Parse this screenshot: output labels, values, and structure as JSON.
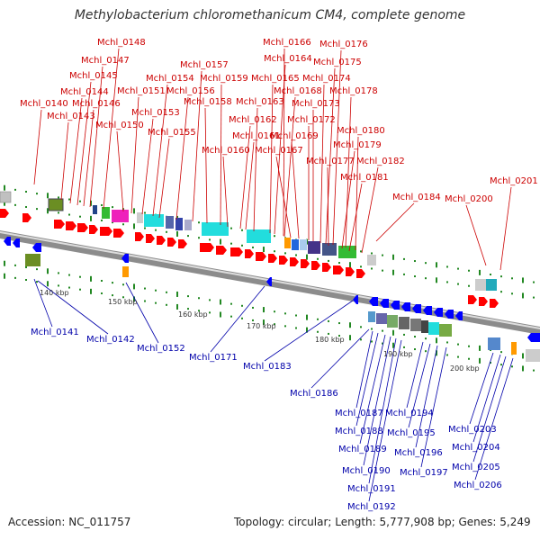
{
  "title": "Methylobacterium chloromethanicum CM4, complete genome",
  "accession_text": "Accession: NC_011757",
  "summary_text": "Topology: circular; Length: 5,777,908 bp; Genes: 5,249",
  "colors": {
    "forward_label": "#cc0000",
    "reverse_label": "#0000aa",
    "forward_gene": "#ff0000",
    "reverse_gene": "#0000ff",
    "backbone": "#909090",
    "tick_marks": "#228822"
  },
  "scale_labels": [
    "140 kbp",
    "150 kbp",
    "160 kbp",
    "170 kbp",
    "180 kbp",
    "190 kbp",
    "200 kbp"
  ],
  "forward_genes": [
    "Mchl_0140",
    "Mchl_0143",
    "Mchl_0144",
    "Mchl_0145",
    "Mchl_0146",
    "Mchl_0147",
    "Mchl_0148",
    "Mchl_0150",
    "Mchl_0151",
    "Mchl_0153",
    "Mchl_0154",
    "Mchl_0155",
    "Mchl_0156",
    "Mchl_0157",
    "Mchl_0158",
    "Mchl_0159",
    "Mchl_0160",
    "Mchl_0161",
    "Mchl_0162",
    "Mchl_0163",
    "Mchl_0164",
    "Mchl_0165",
    "Mchl_0166",
    "Mchl_0167",
    "Mchl_0168",
    "Mchl_0169",
    "Mchl_0172",
    "Mchl_0173",
    "Mchl_0174",
    "Mchl_0175",
    "Mchl_0176",
    "Mchl_0177",
    "Mchl_0178",
    "Mchl_0179",
    "Mchl_0180",
    "Mchl_0181",
    "Mchl_0182",
    "Mchl_0184",
    "Mchl_0200",
    "Mchl_0201"
  ],
  "reverse_genes": [
    "Mchl_0141",
    "Mchl_0142",
    "Mchl_0152",
    "Mchl_0171",
    "Mchl_0183",
    "Mchl_0186",
    "Mchl_0187",
    "Mchl_0188",
    "Mchl_0189",
    "Mchl_0190",
    "Mchl_0191",
    "Mchl_0192",
    "Mchl_0194",
    "Mchl_0195",
    "Mchl_0196",
    "Mchl_0197",
    "Mchl_0203",
    "Mchl_0204",
    "Mchl_0205",
    "Mchl_0206"
  ]
}
